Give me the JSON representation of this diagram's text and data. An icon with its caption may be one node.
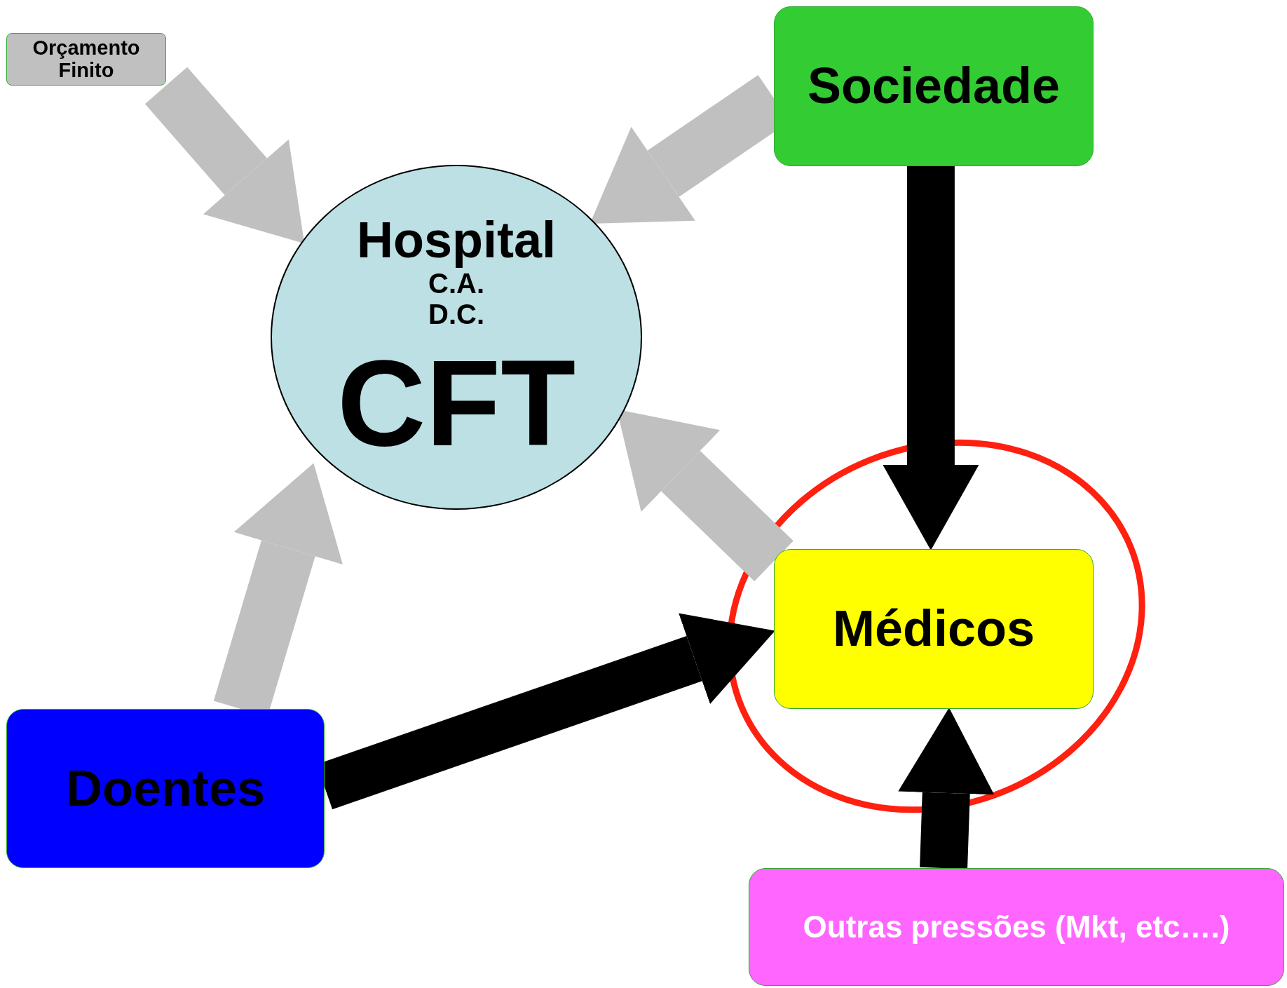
{
  "diagram": {
    "nodes": [
      {
        "text": [
          "Orçamento Finito"
        ]
      },
      {
        "text": [
          "Sociedade"
        ]
      },
      {
        "text": [
          "Hospital",
          "C.A.",
          "D.C.",
          "CFT"
        ]
      },
      {
        "text": [
          "Médicos"
        ]
      },
      {
        "text": [
          "Doentes"
        ]
      },
      {
        "text": [
          "Outras pressões (Mkt, etc….)"
        ]
      }
    ],
    "edges": [
      {
        "from": 0,
        "to": 2,
        "arrow": "to"
      },
      {
        "from": 1,
        "to": 2,
        "arrow": "to"
      },
      {
        "from": 1,
        "to": 3,
        "arrow": "to",
        "color": "#000000"
      },
      {
        "from": 3,
        "to": 2,
        "arrow": "to"
      },
      {
        "from": 4,
        "to": 2,
        "arrow": "to"
      },
      {
        "from": 4,
        "to": 3,
        "arrow": "to",
        "color": "#000000"
      },
      {
        "from": 5,
        "to": 3,
        "arrow": "to",
        "color": "#000000"
      }
    ]
  }
}
